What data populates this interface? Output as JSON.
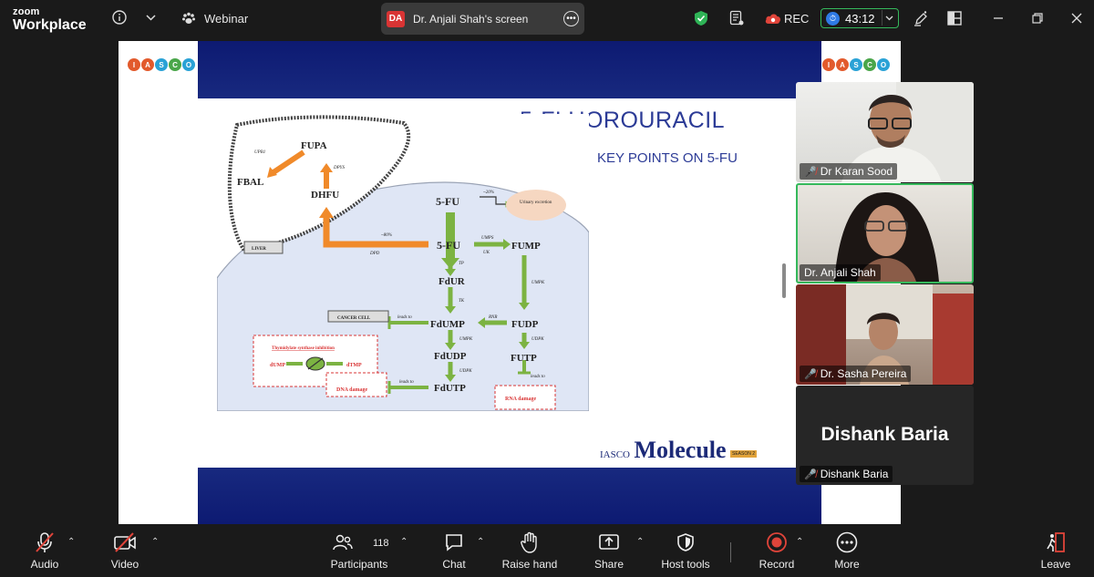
{
  "app": {
    "brand_line1": "zoom",
    "brand_line2": "Workplace"
  },
  "topbar": {
    "webinar_label": "Webinar",
    "share_badge": "DA",
    "share_label": "Dr. Anjali Shah's screen",
    "rec_label": "REC",
    "timer": "43:12",
    "icons": [
      "info-icon",
      "chevron-down-icon",
      "paw-icon",
      "security-shield-icon",
      "captions-icon",
      "cloud-record-icon",
      "timer-clock-icon",
      "annotate-icon",
      "view-layout-icon",
      "minimize-icon",
      "restore-icon",
      "close-icon"
    ]
  },
  "slide": {
    "logo_letters": [
      "I",
      "A",
      "S",
      "C",
      "O"
    ],
    "title": "5-FLUOROURACIL",
    "subtitle": "KEY POINTS ON 5-FU",
    "brand_small": "IASCO",
    "brand_large": "Molecule",
    "brand_tag": "SEASON 2",
    "diagram": {
      "fupa": "FUPA",
      "upb1": "UPB1",
      "fbal": "FBAL",
      "dpys": "DPYS",
      "dhfu": "DHFU",
      "liver": "LIVER",
      "fu_top": "5-FU",
      "pct20": "~20%",
      "urinary": "Urinary excretion",
      "pct80": "~80%",
      "dpd": "DPD",
      "fu_mid": "5-FU",
      "umps": "UMPS",
      "uk": "UK",
      "fump": "FUMP",
      "tp": "TP",
      "fdur": "FdUR",
      "cancer_cell": "CANCER CELL",
      "umpk1": "UMPK",
      "tk": "TK",
      "ts_inhibition": "Thymidylate synthase inhibition",
      "leads_to1": "leads to",
      "fdump": "FdUMP",
      "rnr": "RNR",
      "fudp": "FUDP",
      "dump": "dUMP",
      "dtmp": "dTMP",
      "umpk2": "UMPK",
      "udpk1": "UDPK",
      "fdudp": "FdUDP",
      "futp": "FUTP",
      "udpk2": "UDPK",
      "leads_to2": "leads to",
      "leads_to3": "leads to",
      "dna_damage": "DNA damage",
      "fdutp": "FdUTP",
      "rna_damage": "RNA damage"
    }
  },
  "participants": [
    {
      "name": "Dr Karan Sood",
      "muted": true
    },
    {
      "name": "Dr. Anjali Shah",
      "muted": false,
      "active_speaker": true
    },
    {
      "name": "Dr. Sasha Pereira",
      "muted": true
    },
    {
      "name": "Dishank Baria",
      "muted": true,
      "display_name": "Dishank Baria"
    }
  ],
  "toolbar": {
    "audio": "Audio",
    "video": "Video",
    "participants": "Participants",
    "participant_count": "118",
    "chat": "Chat",
    "raise_hand": "Raise hand",
    "share": "Share",
    "host_tools": "Host tools",
    "record": "Record",
    "more": "More",
    "leave": "Leave"
  },
  "colors": {
    "accent_green": "#35b85b",
    "record_red": "#e0443a",
    "slide_blue": "#2c3b96",
    "arrow_green": "#7cb342",
    "arrow_orange": "#f08a2a"
  }
}
